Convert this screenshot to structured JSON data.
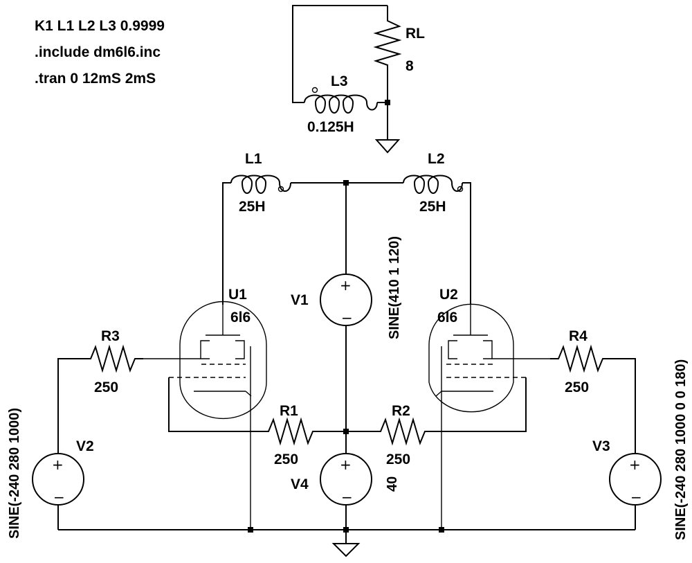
{
  "directives": {
    "k": "K1 L1 L2 L3 0.9999",
    "include": ".include dm6l6.inc",
    "tran": ".tran 0 12mS 2mS"
  },
  "components": {
    "RL": {
      "name": "RL",
      "value": "8"
    },
    "L3": {
      "name": "L3",
      "value": "0.125H"
    },
    "L1": {
      "name": "L1",
      "value": "25H"
    },
    "L2": {
      "name": "L2",
      "value": "25H"
    },
    "U1": {
      "name": "U1",
      "model": "6l6"
    },
    "U2": {
      "name": "U2",
      "model": "6l6"
    },
    "V1": {
      "name": "V1",
      "value": "SINE(410 1 120)"
    },
    "V2": {
      "name": "V2",
      "value": "SINE(-240 280 1000)"
    },
    "V3": {
      "name": "V3",
      "value": "SINE(-240 280 1000 0 0 180)"
    },
    "V4": {
      "name": "V4",
      "value": "40"
    },
    "R1": {
      "name": "R1",
      "value": "250"
    },
    "R2": {
      "name": "R2",
      "value": "250"
    },
    "R3": {
      "name": "R3",
      "value": "250"
    },
    "R4": {
      "name": "R4",
      "value": "250"
    }
  },
  "symbols": {
    "plus": "+",
    "minus": "−"
  }
}
